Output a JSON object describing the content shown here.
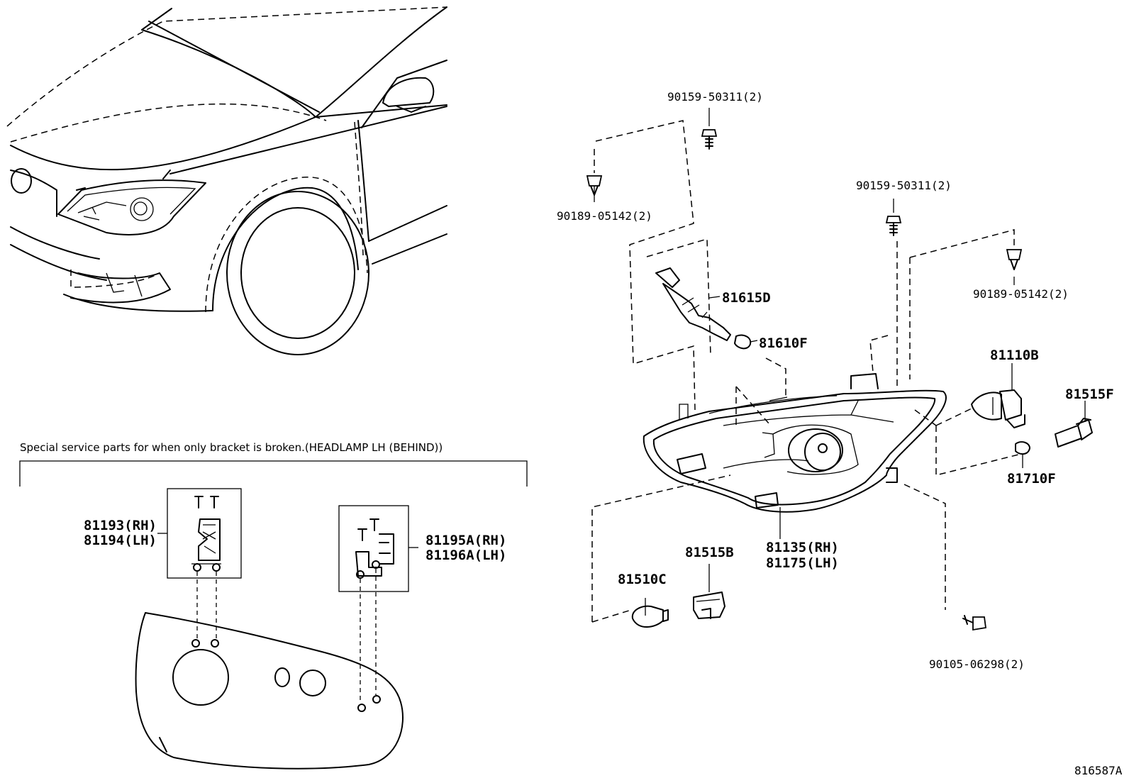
{
  "note": "Special service parts for when only bracket is broken.(HEADLAMP LH (BEHIND))",
  "figure_id": "816587A",
  "parts": {
    "screw_top": "90159-50311(2)",
    "clip_left": "90189-05142(2)",
    "screw_mid": "90159-50311(2)",
    "clip_right": "90189-05142(2)",
    "drl_bulb": "81615D",
    "wedge_bulb": "81610F",
    "hb_bulb": "81110B",
    "socket_right": "81515F",
    "wedge_right": "81710F",
    "headlamp_rh": "81135(RH)",
    "headlamp_lh": "81175(LH)",
    "socket_b": "81515B",
    "turn_bulb": "81510C",
    "bolt": "90105-06298(2)",
    "bracket_rh": "81193(RH)",
    "bracket_lh": "81194(LH)",
    "bracket_a_rh": "81195A(RH)",
    "bracket_a_lh": "81196A(LH)"
  }
}
